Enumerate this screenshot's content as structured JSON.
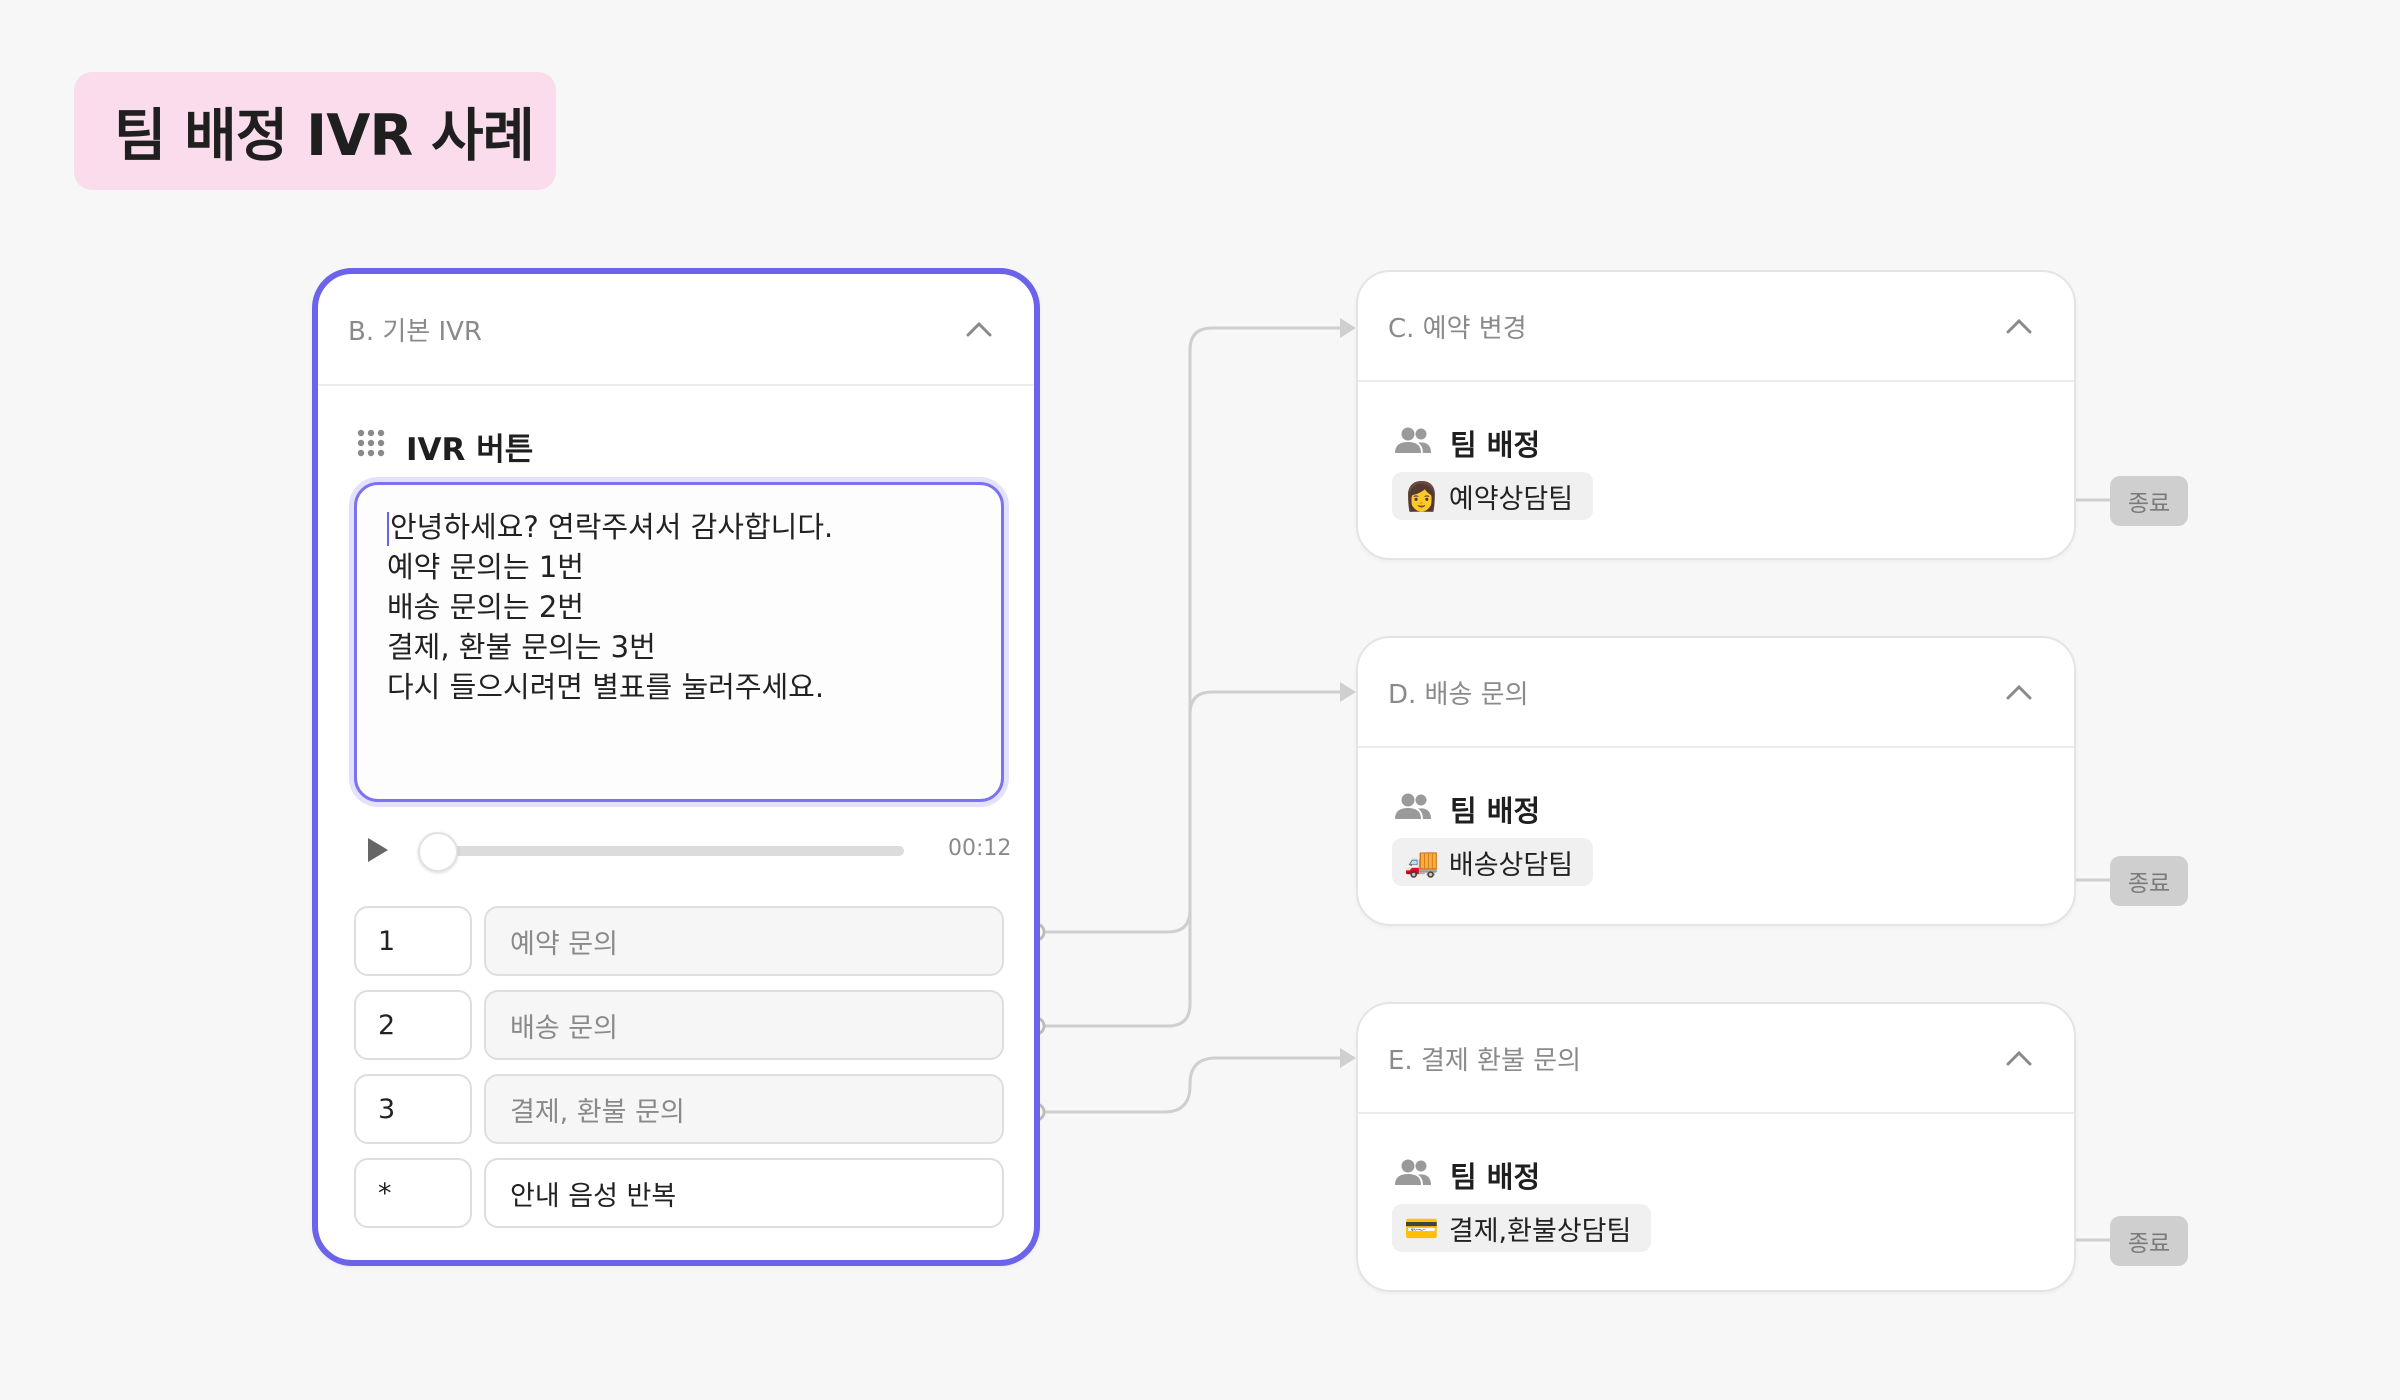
{
  "title": "팀 배정 IVR 사례",
  "ivr_node": {
    "header": "B. 기본 IVR",
    "section_label": "IVR 버튼",
    "message_lines": [
      "안녕하세요? 연락주셔서 감사합니다.",
      "예약 문의는 1번",
      "배송 문의는 2번",
      "결제, 환불 문의는 3번",
      "다시 들으시려면 별표를 눌러주세요."
    ],
    "audio_duration": "00:12",
    "audio_progress": 0,
    "options": [
      {
        "key": "1",
        "label": "예약 문의"
      },
      {
        "key": "2",
        "label": "배송 문의"
      },
      {
        "key": "3",
        "label": "결제, 환불 문의"
      },
      {
        "key": "*",
        "label": "안내 음성 반복"
      }
    ]
  },
  "target_nodes": [
    {
      "header": "C. 예약 변경",
      "action": "팀 배정",
      "team_emoji": "👩",
      "team": "예약상담팀",
      "end_label": "종료"
    },
    {
      "header": "D. 배송 문의",
      "action": "팀 배정",
      "team_emoji": "🚚",
      "team": "배송상담팀",
      "end_label": "종료"
    },
    {
      "header": "E. 결제 환불 문의",
      "action": "팀 배정",
      "team_emoji": "💳",
      "team": "결제,환불상담팀",
      "end_label": "종료"
    }
  ],
  "colors": {
    "accent": "#6b63ea",
    "title_bg": "#fadcec",
    "connector": "#cfcfcf"
  }
}
